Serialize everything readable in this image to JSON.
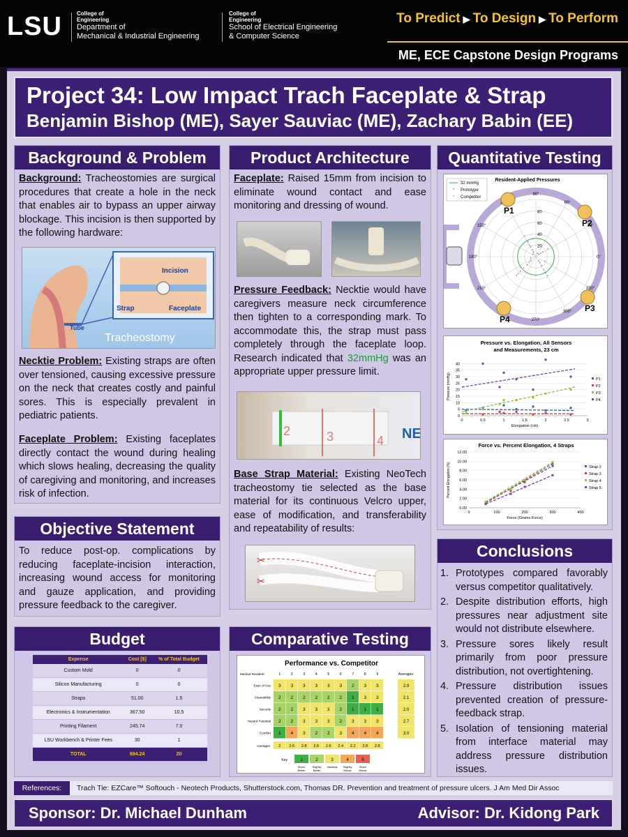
{
  "header": {
    "logo": "LSU",
    "college1_small1": "College of",
    "college1_small2": "Engineering",
    "college1_line1": "Department of",
    "college1_line2": "Mechanical & Industrial Engineering",
    "college2_small1": "College of",
    "college2_small2": "Engineering",
    "college2_line1": "School of Electrical Engineering",
    "college2_line2": "& Computer Science",
    "tag1": "To Predict",
    "tag2": "To Design",
    "tag3": "To Perform",
    "program": "ME, ECE Capstone Design Programs"
  },
  "title": {
    "line1": "Project 34: Low Impact Trach Faceplate & Strap",
    "line2": "Benjamin Bishop (ME), Sayer Sauviac (ME), Zachary Babin (EE)"
  },
  "background": {
    "heading": "Background & Problem",
    "bg_label": "Background:",
    "bg_text": " Tracheostomies are surgical procedures that create a hole in the neck that enables air to bypass an upper airway blockage. This incision is then supported by the following hardware:",
    "figure_labels": {
      "incision": "Incision",
      "strap": "Strap",
      "faceplate": "Faceplate",
      "tube": "Tube",
      "caption": "Tracheostomy"
    },
    "necktie_label": "Necktie Problem:",
    "necktie_text": " Existing straps are often over tensioned, causing excessive pressure on the neck that creates costly and painful sores. This is especially prevalent in pediatric patients.",
    "faceplate_label": "Faceplate Problem:",
    "faceplate_text": " Existing faceplates directly contact the wound during healing which slows healing, decreasing the quality of caregiving and monitoring, and  increases risk of infection."
  },
  "objective": {
    "heading": "Objective Statement",
    "text": "To reduce post-op. complications by reducing faceplate-incision interaction, increasing wound access for monitoring and gauze application, and providing pressure feedback to the caregiver."
  },
  "budget": {
    "heading": "Budget",
    "columns": [
      "Expense",
      "Cost [$]",
      "% of Total Budget"
    ],
    "rows": [
      [
        "Custom Mold",
        "0",
        "0"
      ],
      [
        "Silicon Manufacturing",
        "0",
        "0"
      ],
      [
        "Straps",
        "51.00",
        "1.5"
      ],
      [
        "Electronics & Instrumentation",
        "367.50",
        "10.5"
      ],
      [
        "Printing Filament",
        "245.74",
        "7.0"
      ],
      [
        "LSU Workbench & Printer Fees",
        "30",
        "1"
      ]
    ],
    "total": [
      "TOTAL",
      "694.24",
      "20"
    ]
  },
  "architecture": {
    "heading": "Product Architecture",
    "faceplate_label": "Faceplate:",
    "faceplate_text": " Raised 15mm from incision to eliminate wound contact and ease monitoring and dressing of wound.",
    "feedback_label": "Pressure Feedback:",
    "feedback_text1": " Necktie would have caregivers measure neck circumference then tighten to a corresponding mark. To accommodate this, the strap must pass completely through the faceplate loop. Research indicated that ",
    "feedback_highlight": "32mmHg",
    "feedback_text2": " was an appropriate upper pressure limit.",
    "strap_marks": [
      "2",
      "3",
      "4"
    ],
    "strap_brand": "NE",
    "material_label": "Base Strap Material:",
    "material_text": " Existing NeoTech tracheostomy tie selected as the base material for its continuous Velcro upper, ease of modification, and transferability and repeatability of results:"
  },
  "comparative": {
    "heading": "Comparative Testing",
    "table_title": "Performance vs. Competitor",
    "resident_label": "Medical Resident:",
    "residents": [
      "1",
      "2",
      "3",
      "4",
      "5",
      "6",
      "7",
      "8",
      "9"
    ],
    "averages_label": "Averages:",
    "rows": [
      {
        "name": "Ease of Use",
        "values": [
          3,
          3,
          3,
          3,
          3,
          3,
          2,
          3,
          3
        ],
        "avg": "2.9"
      },
      {
        "name": "Cleanability",
        "values": [
          2,
          2,
          2,
          2,
          2,
          2,
          1,
          3,
          3
        ],
        "avg": "2.1"
      },
      {
        "name": "Security",
        "values": [
          2,
          2,
          3,
          3,
          3,
          2,
          1,
          1,
          1
        ],
        "avg": "2.0"
      },
      {
        "name": "Hazard Potential",
        "values": [
          2,
          2,
          3,
          3,
          3,
          2,
          3,
          3,
          3
        ],
        "avg": "2.7"
      },
      {
        "name": "Comfort",
        "values": [
          1,
          4,
          3,
          2,
          2,
          3,
          4,
          4,
          4
        ],
        "avg": "3.0"
      }
    ],
    "col_avgs_label": "Averages:",
    "col_avgs": [
      "2",
      "2.6",
      "2.8",
      "2.6",
      "2.6",
      "2.4",
      "2.2",
      "2.8",
      "2.8"
    ],
    "key_label": "Key",
    "key": [
      {
        "n": "1",
        "label": "Much Better"
      },
      {
        "n": "2",
        "label": "Slightly Better"
      },
      {
        "n": "3",
        "label": "Identical"
      },
      {
        "n": "4",
        "label": "Slightly Worse"
      },
      {
        "n": "5",
        "label": "Much Worse"
      }
    ],
    "colors": {
      "1": "#3fae49",
      "2": "#a8d26a",
      "3": "#f2e36b",
      "4": "#f4a65a",
      "5": "#e8604f"
    }
  },
  "quantitative": {
    "heading": "Quantitative Testing"
  },
  "chart_data": [
    {
      "type": "scatter",
      "title": "Resident-Applied Pressures",
      "polar": true,
      "radial_ticks": [
        "20",
        "40",
        "60",
        "80"
      ],
      "angle_ticks": [
        "90°",
        "60°",
        "30°",
        "0°",
        "330°",
        "300°",
        "270°",
        "240°",
        "210°",
        "180°",
        "150°",
        "120°"
      ],
      "legend": [
        "32 mmHg",
        "Prototype",
        "Competitor"
      ],
      "sensor_labels": [
        "P1",
        "P2",
        "P3",
        "P4"
      ],
      "reference_radius": 32,
      "series": [
        {
          "name": "Prototype",
          "points": [
            [
              120,
              8
            ],
            [
              120,
              18
            ],
            [
              120,
              28
            ],
            [
              30,
              6
            ],
            [
              30,
              14
            ],
            [
              300,
              10
            ],
            [
              300,
              20
            ],
            [
              300,
              34
            ],
            [
              225,
              12
            ],
            [
              225,
              22
            ],
            [
              225,
              38
            ],
            [
              225,
              48
            ],
            [
              60,
              5
            ],
            [
              150,
              6
            ]
          ]
        },
        {
          "name": "Competitor",
          "points": [
            [
              120,
              12
            ],
            [
              120,
              22
            ],
            [
              120,
              40
            ],
            [
              30,
              10
            ],
            [
              30,
              24
            ],
            [
              300,
              14
            ],
            [
              300,
              28
            ],
            [
              300,
              40
            ],
            [
              225,
              16
            ],
            [
              225,
              30
            ],
            [
              225,
              44
            ],
            [
              330,
              18
            ],
            [
              100,
              30
            ],
            [
              200,
              10
            ]
          ]
        }
      ]
    },
    {
      "type": "scatter",
      "title_line1": "Pressure vs. Elongation, All Sensors",
      "title_line2": "and Measurements, 23 cm",
      "xlabel": "Elongation (cm)",
      "ylabel": "Pressure (mmHg)",
      "xlim": [
        0,
        3
      ],
      "ylim": [
        0,
        45
      ],
      "x_ticks": [
        "0",
        "0.5",
        "1",
        "1.5",
        "2",
        "2.5",
        "3"
      ],
      "y_ticks": [
        "0",
        "5",
        "10",
        "15",
        "20",
        "25",
        "30",
        "35",
        "40"
      ],
      "series": [
        {
          "name": "P1",
          "color": "#2f5fc4",
          "points": [
            [
              0.1,
              4
            ],
            [
              0.5,
              6
            ],
            [
              0.9,
              3
            ],
            [
              1.0,
              8
            ],
            [
              1.3,
              5
            ],
            [
              1.7,
              7
            ],
            [
              2.0,
              4
            ],
            [
              2.6,
              6
            ]
          ],
          "trend": [
            [
              0,
              5
            ],
            [
              2.7,
              4
            ]
          ]
        },
        {
          "name": "P2",
          "color": "#d23a3a",
          "points": [
            [
              0.1,
              2
            ],
            [
              0.5,
              1
            ],
            [
              0.9,
              3
            ],
            [
              1.0,
              2
            ],
            [
              1.3,
              3
            ],
            [
              1.7,
              1
            ],
            [
              2.0,
              2
            ],
            [
              2.6,
              1
            ]
          ],
          "trend": [
            [
              0,
              1.5
            ],
            [
              2.7,
              1.5
            ]
          ]
        },
        {
          "name": "P3",
          "color": "#8cc63f",
          "points": [
            [
              0.1,
              2
            ],
            [
              0.5,
              5
            ],
            [
              0.9,
              9
            ],
            [
              1.0,
              12
            ],
            [
              1.3,
              12
            ],
            [
              1.7,
              14
            ],
            [
              2.0,
              17
            ],
            [
              2.6,
              20
            ]
          ],
          "trend": [
            [
              0,
              3
            ],
            [
              2.7,
              22
            ]
          ]
        },
        {
          "name": "P4",
          "color": "#7a3fb2",
          "points": [
            [
              0.1,
              28
            ],
            [
              0.5,
              40
            ],
            [
              0.9,
              22
            ],
            [
              1.0,
              33
            ],
            [
              1.3,
              28
            ],
            [
              1.7,
              20
            ],
            [
              2.0,
              43
            ],
            [
              2.6,
              30
            ]
          ],
          "trend": [
            [
              0,
              22
            ],
            [
              2.7,
              36
            ]
          ]
        }
      ]
    },
    {
      "type": "scatter",
      "title": "Force vs. Percent Elongation, 4 Straps",
      "xlabel": "Force (Grams Force)",
      "ylabel": "Percent Elongation (%)",
      "xlim": [
        0,
        400
      ],
      "ylim": [
        0,
        12
      ],
      "x_ticks": [
        "0",
        "100",
        "200",
        "300",
        "400"
      ],
      "y_ticks": [
        "0.00",
        "2.00",
        "4.00",
        "6.00",
        "8.00",
        "10.00",
        "12.00"
      ],
      "series": [
        {
          "name": "Strap 2",
          "color": "#2f5fc4",
          "points": [
            [
              60,
              1.2
            ],
            [
              150,
              3.8
            ],
            [
              200,
              5.5
            ],
            [
              300,
              9.0
            ]
          ]
        },
        {
          "name": "Strap 3",
          "color": "#d23a3a",
          "points": [
            [
              60,
              1.0
            ],
            [
              150,
              3.6
            ],
            [
              200,
              5.6
            ],
            [
              300,
              9.5
            ]
          ]
        },
        {
          "name": "Strap 4",
          "color": "#8cc63f",
          "points": [
            [
              60,
              1.3
            ],
            [
              150,
              4.0
            ],
            [
              200,
              6.0
            ],
            [
              300,
              9.8
            ]
          ]
        },
        {
          "name": "Strap 5",
          "color": "#7a3fb2",
          "points": [
            [
              60,
              0.8
            ],
            [
              150,
              3.0
            ],
            [
              200,
              4.5
            ],
            [
              300,
              7.0
            ]
          ]
        }
      ]
    }
  ],
  "conclusions": {
    "heading": "Conclusions",
    "items": [
      "Prototypes compared favorably versus competitor qualitatively.",
      "Despite distribution efforts, high pressures near adjustment site would not distribute elsewhere.",
      "Pressure sores likely result primarily from poor pressure distribution, not overtightening.",
      "Pressure distribution issues prevented creation of pressure-feedback strap.",
      "Isolation of tensioning material from interface material may address pressure distribution issues."
    ]
  },
  "references": {
    "label": "References:",
    "text": "Trach Tie: EZCare™ Softouch - Neotech Products, Shutterstock.com, Thomas DR. Prevention and treatment of pressure ulcers. J Am Med Dir Assoc"
  },
  "footer": {
    "sponsor": "Sponsor: Dr. Michael Dunham",
    "advisor": "Advisor: Dr. Kidong Park"
  }
}
